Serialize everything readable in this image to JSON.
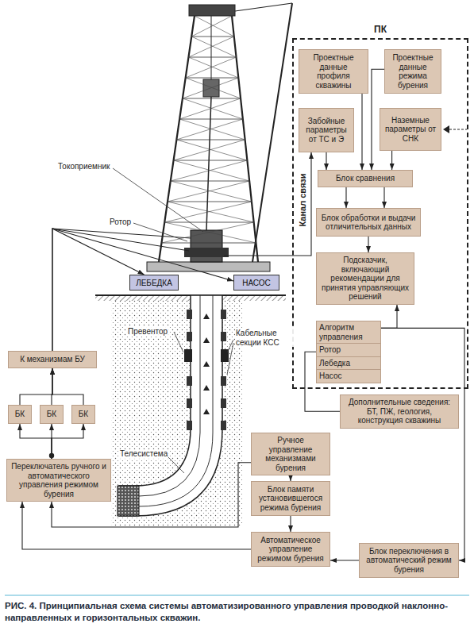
{
  "diagram": {
    "caption": "РИС. 4. Принципиальная схема системы автоматизированного управления проводкой наклонно-направленных и горизонтальных скважин.",
    "nodes": [
      {
        "text": [
          "ПК"
        ]
      },
      {
        "text": [
          "Проектные данные профиля скважины"
        ],
        "in": 0
      },
      {
        "text": [
          "Проектные данные режима бурения"
        ],
        "in": 0
      },
      {
        "text": [
          "Забойные параметры от ТС и Э"
        ],
        "in": 0
      },
      {
        "text": [
          "Наземные параметры от СНК"
        ],
        "in": 0
      },
      {
        "text": [
          "Блок сравнения"
        ],
        "in": 0
      },
      {
        "text": [
          "Блок обработки и выдачи отличительных данных"
        ],
        "in": 0
      },
      {
        "text": [
          "Подсказчик, включающий рекомендации для принятия управляющих решений"
        ],
        "in": 0
      },
      {
        "text": [
          "Алгоритм управления",
          "Ротор",
          "Лебедка",
          "Насос"
        ],
        "in": 0
      },
      {
        "text": [
          "ЛЕБЕДКА"
        ]
      },
      {
        "text": [
          "НАСОС"
        ]
      },
      {
        "text": [
          "К механизмам БУ"
        ]
      },
      {
        "text": [
          "Дополнительные сведения: БТ, ПЖ, геология, конструкция скважины"
        ]
      },
      {
        "text": [
          "БК"
        ]
      },
      {
        "text": [
          "БК"
        ]
      },
      {
        "text": [
          "БК"
        ]
      },
      {
        "text": [
          "Переключатель ручного и автоматического управления режимом бурения"
        ]
      },
      {
        "text": [
          "Ручное управление механизмами бурения"
        ]
      },
      {
        "text": [
          "Блок памяти установившегося режима бурения"
        ]
      },
      {
        "text": [
          "Автоматическое управление режимом бурения"
        ]
      },
      {
        "text": [
          "Блок переключения в автоматический режим бурения"
        ]
      }
    ],
    "edges": [
      {
        "from": 1,
        "to": 5,
        "arrow": "to"
      },
      {
        "from": 2,
        "to": 5,
        "arrow": "to"
      },
      {
        "from": 3,
        "to": 5,
        "arrow": "to"
      },
      {
        "from": 4,
        "to": 5,
        "arrow": "to"
      },
      {
        "from": 5,
        "to": 6,
        "arrow": "to"
      },
      {
        "from": 5,
        "to": 6,
        "arrow": "to"
      },
      {
        "from": 6,
        "to": 7,
        "arrow": "to"
      },
      {
        "from": 8,
        "to": 7,
        "arrow": "to"
      },
      {
        "from": 8,
        "to": 20,
        "arrow": "to"
      },
      {
        "from": 12,
        "to": 8,
        "arrow": "none"
      },
      {
        "from": 20,
        "to": 19,
        "arrow": "to"
      },
      {
        "from": 17,
        "to": 18,
        "arrow": "to"
      },
      {
        "from": 18,
        "to": 19,
        "arrow": "to"
      },
      {
        "from": 19,
        "to": 16,
        "arrow": "to"
      },
      {
        "from": 17,
        "to": 16,
        "arrow": "to"
      },
      {
        "from": 16,
        "to": 13,
        "arrow": "to"
      },
      {
        "from": 16,
        "to": 14,
        "arrow": "to"
      },
      {
        "from": 16,
        "to": 15,
        "arrow": "to"
      },
      {
        "from": 13,
        "to": 11,
        "arrow": "to"
      },
      {
        "from": 14,
        "to": 11,
        "arrow": "to"
      },
      {
        "from": 15,
        "to": 11,
        "arrow": "to"
      },
      {
        "from": 11,
        "to": 9,
        "arrow": "to"
      },
      {
        "from": 11,
        "to": 10,
        "arrow": "to"
      }
    ],
    "labels": [
      "Токоприемник",
      "Ротор",
      "Превентор",
      "Кабельные секции КСС",
      "Телесистема",
      "Канал связи"
    ]
  }
}
